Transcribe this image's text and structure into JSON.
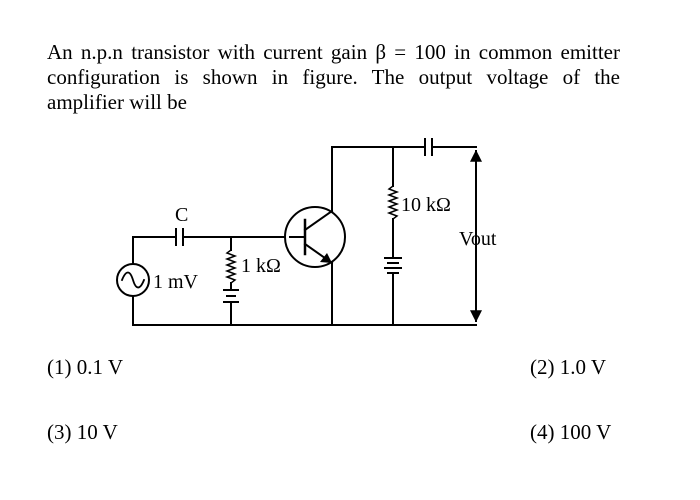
{
  "question": {
    "text": "An n.p.n transistor with current gain β = 100 in common emitter configuration is shown in figure. The output voltage of the amplifier will be"
  },
  "circuit": {
    "labels": {
      "capacitor": "C",
      "source": "1 mV",
      "base_resistor": "1 kΩ",
      "collector_resistor": "10 kΩ",
      "output": "Vout"
    }
  },
  "options": [
    {
      "label": "(1) 0.1 V"
    },
    {
      "label": "(2) 1.0 V"
    },
    {
      "label": "(3) 10 V"
    },
    {
      "label": "(4) 100 V"
    }
  ]
}
